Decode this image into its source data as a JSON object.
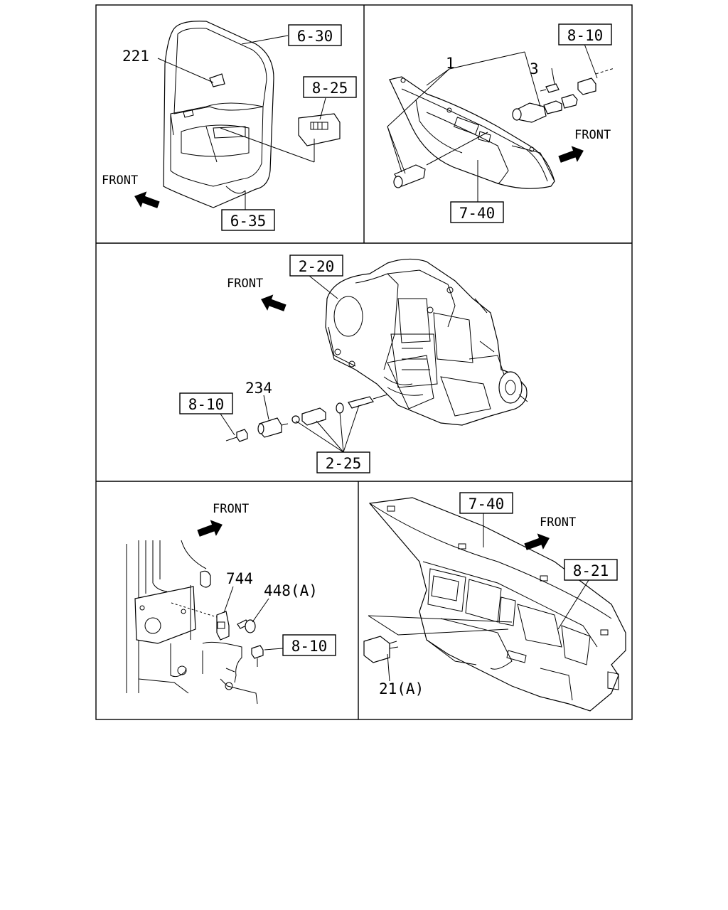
{
  "direction_label": "FRONT",
  "panel1": {
    "ref_door": "6-30",
    "ref_trim": "6-35",
    "ref_switch": "8-25",
    "part_lamp": "221",
    "front": "FRONT"
  },
  "panel2": {
    "ref_connector": "8-10",
    "ref_dash": "7-40",
    "part_switch_assy": "1",
    "part_bulb": "3",
    "front": "FRONT"
  },
  "panel3": {
    "ref_transmission": "2-20",
    "ref_connector": "8-10",
    "ref_speedo": "2-25",
    "part_sensor": "234",
    "front": "FRONT"
  },
  "panel4": {
    "part_sensor": "744",
    "part_bolt": "448(A)",
    "ref_connector": "8-10",
    "front": "FRONT"
  },
  "panel5": {
    "ref_dash": "7-40",
    "ref_panel": "8-21",
    "part_switch": "21(A)",
    "front": "FRONT"
  },
  "icons": [
    "front-arrow-icon"
  ]
}
